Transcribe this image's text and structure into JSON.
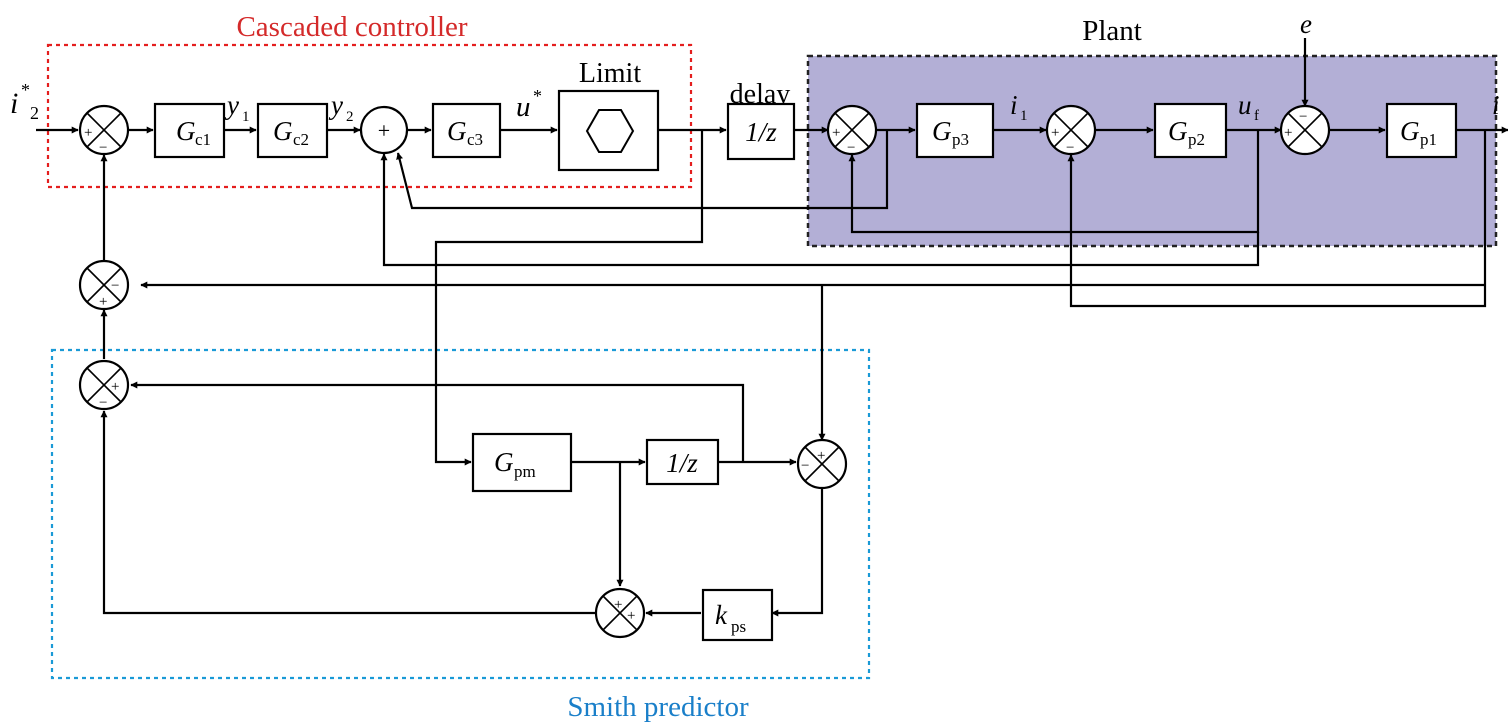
{
  "regions": {
    "cascaded_controller": "Cascaded controller",
    "plant": "Plant",
    "smith_predictor": "Smith predictor",
    "limit": "Limit",
    "delay": "delay"
  },
  "colors": {
    "controller_border": "#e41e1e",
    "plant_fill": "#b3afd6",
    "plant_border": "#222222",
    "smith_border": "#1a9ad6",
    "smith_text": "#1a7fc9",
    "controller_text": "#d42a2a"
  },
  "blocks": {
    "gc1": {
      "main": "G",
      "sub": "c1"
    },
    "gc2": {
      "main": "G",
      "sub": "c2"
    },
    "gc3": {
      "main": "G",
      "sub": "c3"
    },
    "delay_main": {
      "text": "1/z"
    },
    "gp3": {
      "main": "G",
      "sub": "p3"
    },
    "gp2": {
      "main": "G",
      "sub": "p2"
    },
    "gp1": {
      "main": "G",
      "sub": "p1"
    },
    "gpm": {
      "main": "G",
      "sub": "pm"
    },
    "delay_model": {
      "text": "1/z"
    },
    "kps": {
      "main": "k",
      "sub": "ps"
    }
  },
  "signals": {
    "i2_ref": {
      "main": "i",
      "sup": "*",
      "sub": "2"
    },
    "y1": {
      "main": "y",
      "sub": "1"
    },
    "y2": {
      "main": "y",
      "sub": "2"
    },
    "u_ref": {
      "main": "u",
      "sup": "*"
    },
    "i1": {
      "main": "i",
      "sub": "1"
    },
    "uf": {
      "main": "u",
      "sub": "f"
    },
    "e": {
      "main": "e"
    },
    "i2_out": {
      "main": "i"
    }
  },
  "signs": {
    "plus": "+",
    "minus": "−"
  }
}
